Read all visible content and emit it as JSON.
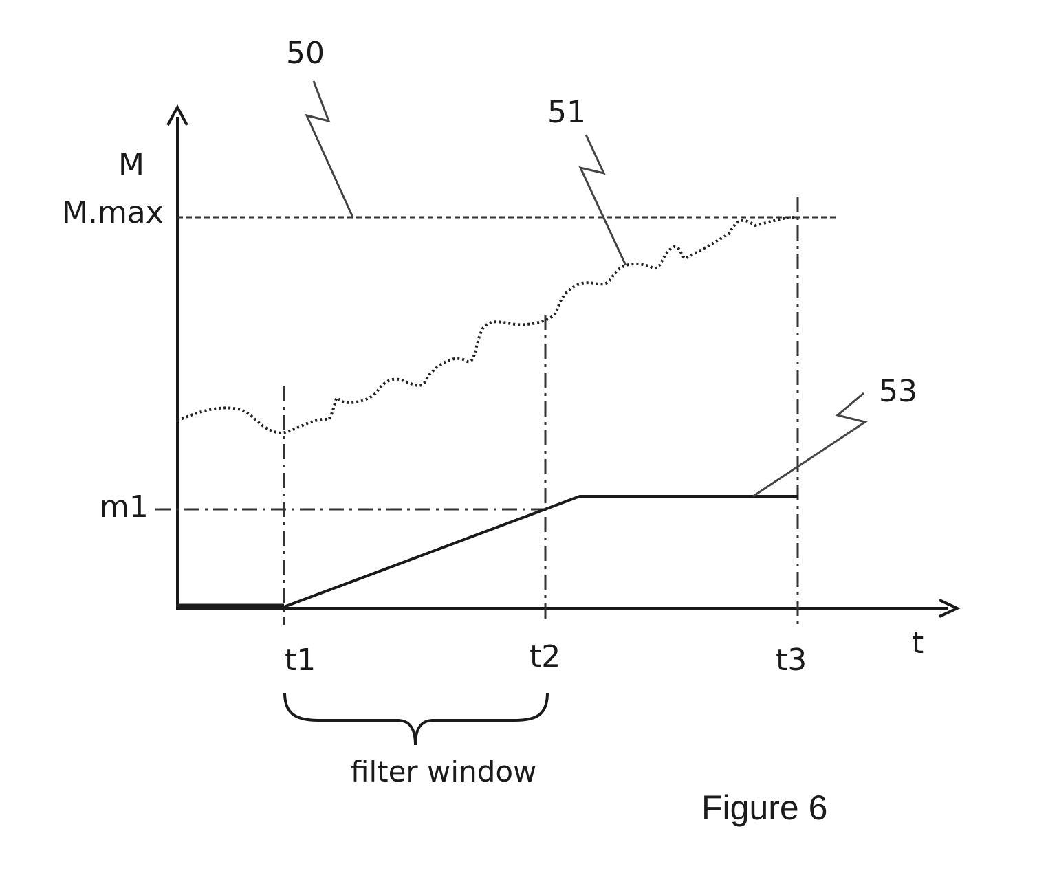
{
  "figure": {
    "caption": "Figure 6",
    "y_axis_label": "M",
    "x_axis_label": "t",
    "level_labels": {
      "max": "M.max",
      "m1": "m1"
    },
    "time_marks": [
      "t1",
      "t2",
      "t3"
    ],
    "bracket_label": "filter window",
    "reference_numerals": {
      "threshold_line": "50",
      "measured_curve": "51",
      "filtered_curve": "53"
    }
  }
}
